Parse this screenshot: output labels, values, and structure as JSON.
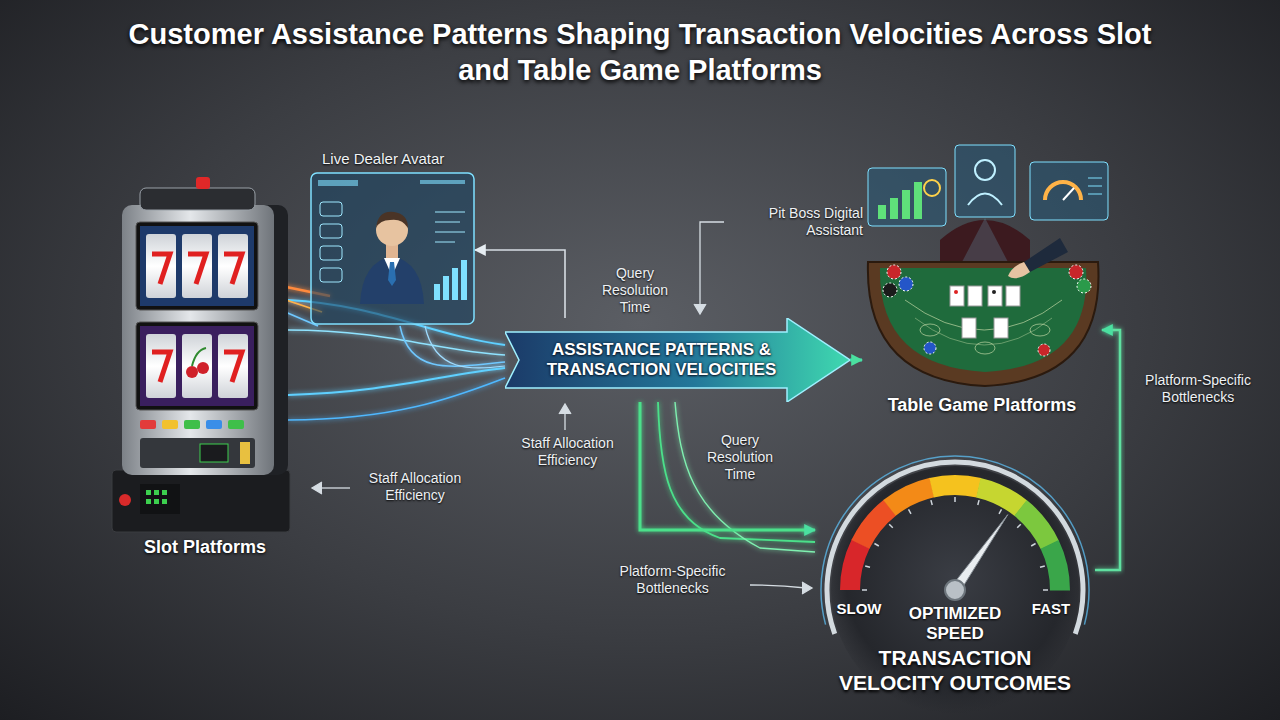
{
  "diagram": {
    "title": "Customer Assistance Patterns Shaping Transaction Velocities Across Slot and Table Game Platforms",
    "nodes": [
      {
        "text": [
          "Slot Platforms"
        ]
      },
      {
        "text": [
          "Live Dealer Avatar"
        ]
      },
      {
        "text": [
          "ASSISTANCE PATTERNS & TRANSACTION VELOCITIES"
        ]
      },
      {
        "text": [
          "Table Game Platforms"
        ]
      },
      {
        "text": [
          "SLOW",
          "OPTIMIZED SPEED",
          "FAST",
          "TRANSACTION VELOCITY OUTCOMES"
        ]
      }
    ],
    "edges": [
      {
        "from": 0,
        "to": 2,
        "arrow": "none"
      },
      {
        "from": 2,
        "to": 1,
        "arrow": "to"
      },
      {
        "from": 2,
        "to": 3,
        "arrow": "to"
      },
      {
        "from": 2,
        "to": 4,
        "arrow": "to"
      },
      {
        "from": 4,
        "to": 3,
        "arrow": "to"
      }
    ],
    "labels": [
      "Pit Boss Digital Assistant",
      "Query Resolution Time",
      "Staff Allocation Efficiency",
      "Query Resolution Time",
      "Staff Allocation Efficiency",
      "Platform-Specific Bottlenecks",
      "Platform-Specific Bottlenecks"
    ]
  }
}
